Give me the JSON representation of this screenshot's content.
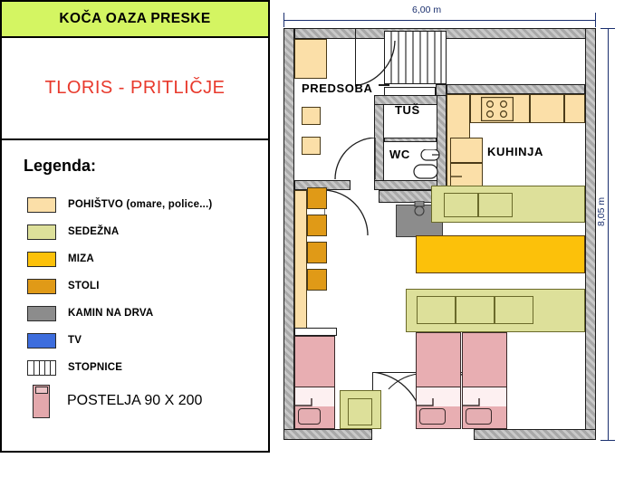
{
  "header": {
    "title": "KOČA OAZA PRESKE",
    "subtitle": "TLORIS - PRITLIČJE",
    "title_bg": "#d4f562",
    "subtitle_color": "#e8392c"
  },
  "legend": {
    "heading": "Legenda:",
    "items": [
      {
        "label": "POHIŠTVO (omare, police...)",
        "color": "#fbdfa8",
        "swatch": "box"
      },
      {
        "label": "SEDEŽNA",
        "color": "#dde09a",
        "swatch": "box"
      },
      {
        "label": "MIZA",
        "color": "#fcc10a",
        "swatch": "box"
      },
      {
        "label": "STOLI",
        "color": "#e09a17",
        "swatch": "box"
      },
      {
        "label": "KAMIN NA DRVA",
        "color": "#8c8c8c",
        "swatch": "box"
      },
      {
        "label": "TV",
        "color": "#3d6ddd",
        "swatch": "box"
      },
      {
        "label": "STOPNICE",
        "color": "#ffffff",
        "swatch": "stairs"
      },
      {
        "label": "POSTELJA 90 X 200",
        "color": "#e3a8ac",
        "swatch": "bed"
      }
    ]
  },
  "plan": {
    "dimensions": {
      "top_label": "6,00 m",
      "right_label": "8,05 m",
      "line_color": "#1a2f6e"
    },
    "rooms": [
      {
        "name": "PREDSOBA",
        "label": "PREDSOBA"
      },
      {
        "name": "tus",
        "label": "TUŠ"
      },
      {
        "name": "wc",
        "label": "WC"
      },
      {
        "name": "kuhinja",
        "label": "KUHINJA"
      }
    ],
    "furniture_colors": {
      "cabinet": "#fbdfa8",
      "sofa": "#dde09a",
      "table": "#fcc10a",
      "chair": "#e09a17",
      "fireplace": "#8c8c8c",
      "tv": "#3d6ddd",
      "bed": "#e8aeb2",
      "wall_fill": "#b9b9b9"
    },
    "beds_count": 3,
    "chairs_count": 4,
    "sofas_count": 3
  }
}
